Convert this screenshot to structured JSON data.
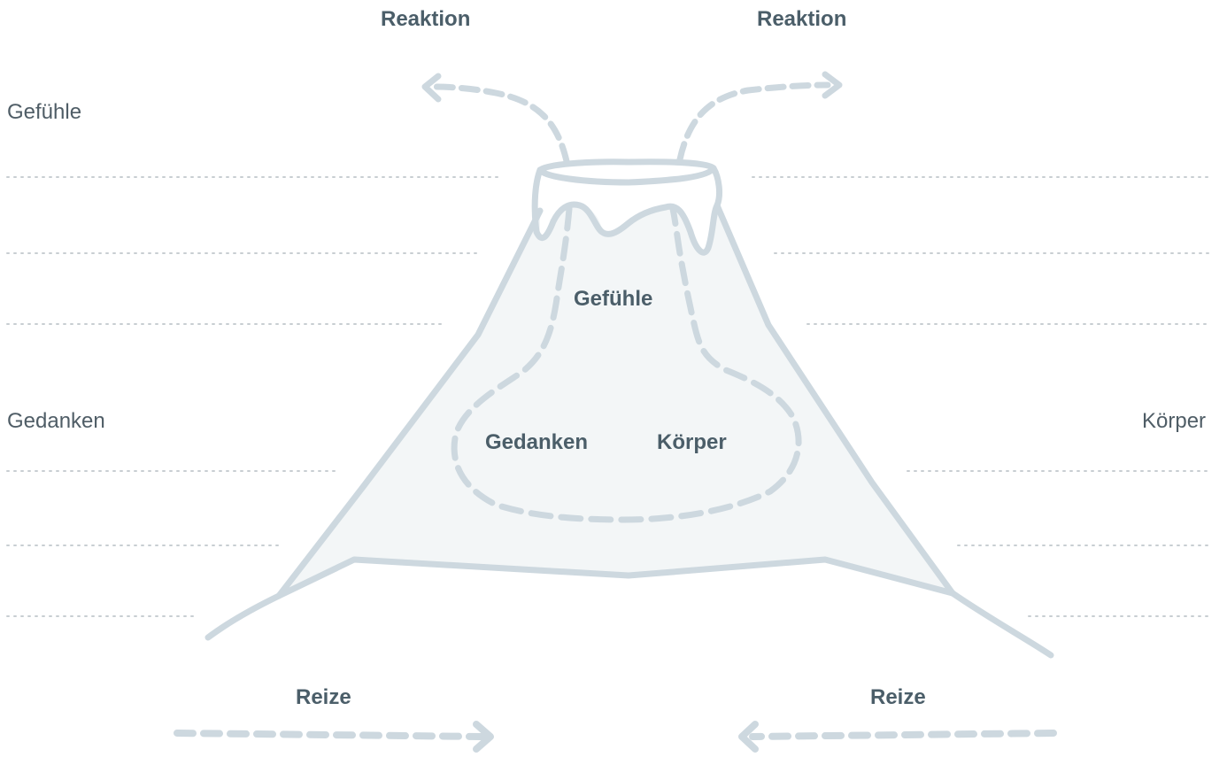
{
  "labels": {
    "top_left": "Reaktion",
    "top_right": "Reaktion",
    "bottom_left": "Reize",
    "bottom_right": "Reize",
    "side_feelings": "Gefühle",
    "side_thoughts": "Gedanken",
    "side_body": "Körper",
    "inner_feelings": "Gefühle",
    "inner_thoughts": "Gedanken",
    "inner_body": "Körper"
  },
  "colors": {
    "outline": "#cdd8df",
    "fill": "#f3f6f7",
    "text_dark": "#4b5e69",
    "text_side": "#4f5d66",
    "dotted": "#c8ced2"
  },
  "icons": {
    "volcano": "volcano-icon",
    "arrows": "dashed-arrow-icon"
  }
}
